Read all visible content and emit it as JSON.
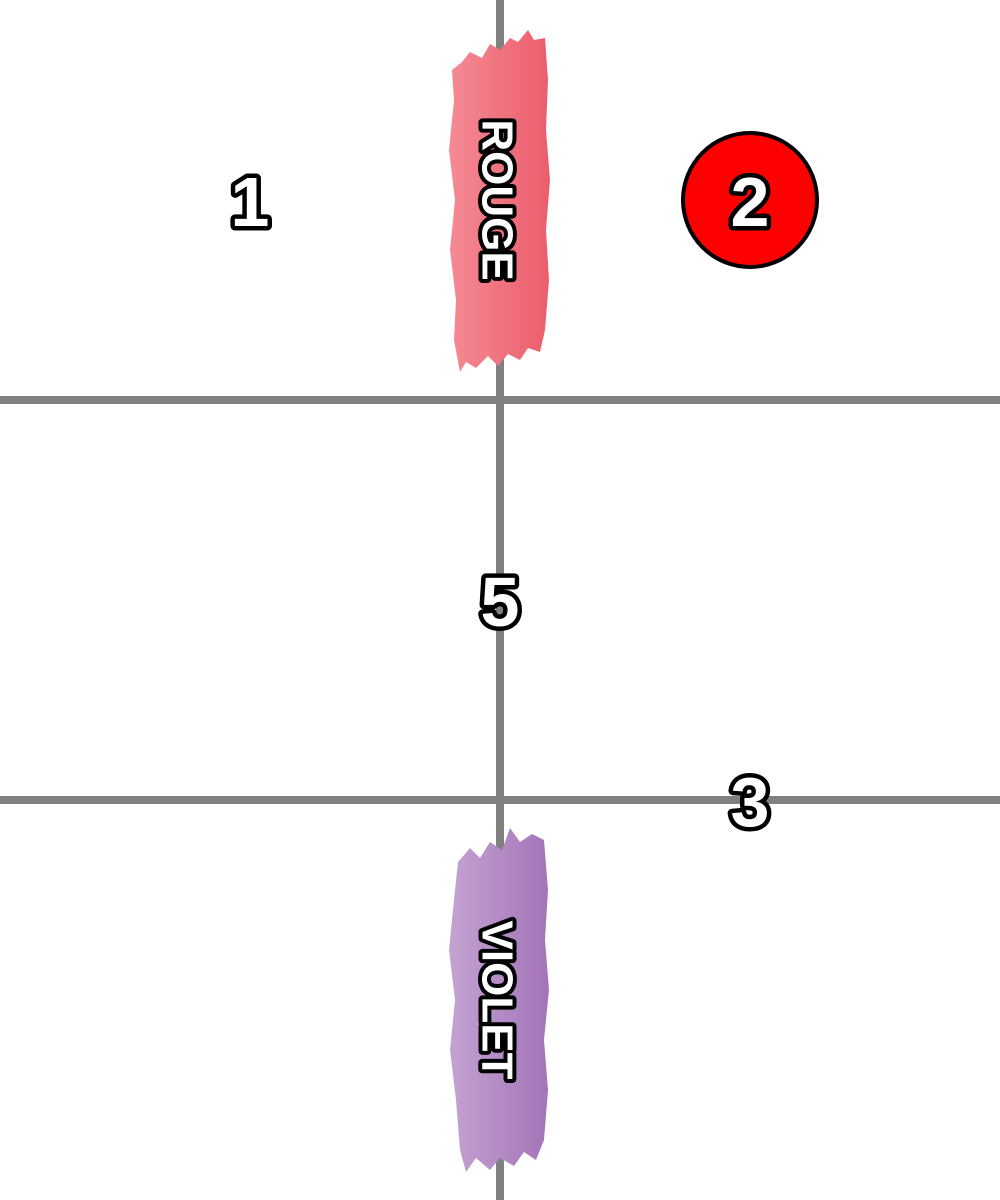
{
  "board": {
    "background": "#ffffff",
    "line_color": "#808080"
  },
  "swatches": [
    {
      "id": "rouge",
      "label": "ROUGE",
      "color_light": "#f48a95",
      "color_dark": "#ec5d6c"
    },
    {
      "id": "violet",
      "label": "VIOLET",
      "color_light": "#c4a3d2",
      "color_dark": "#a374b8"
    }
  ],
  "numbers": [
    {
      "value": "1",
      "highlighted": false
    },
    {
      "value": "2",
      "highlighted": true,
      "highlight_color": "#ff0000"
    },
    {
      "value": "3",
      "highlighted": false
    },
    {
      "value": "5",
      "highlighted": false
    }
  ]
}
